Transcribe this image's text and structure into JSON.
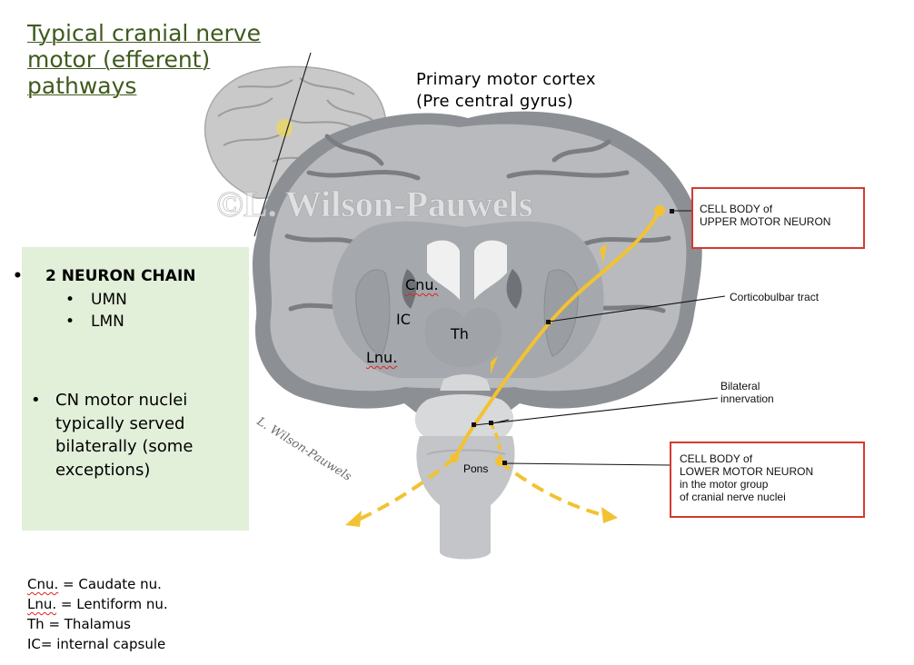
{
  "title": {
    "line1": "Typical cranial nerve",
    "line2": "motor (efferent)",
    "line3": "pathways"
  },
  "cortex_label": {
    "line1": "Primary motor cortex",
    "line2": "(Pre central gyrus)"
  },
  "watermark": "©L. Wilson-Pauwels",
  "signature": "L. Wilson-Pauwels",
  "bullets": {
    "main": "2 NEURON CHAIN",
    "sub": [
      "UMN",
      "LMN"
    ],
    "second": "CN motor nuclei typically served bilaterally (some exceptions)"
  },
  "structures": {
    "cnu": "Cnu.",
    "ic": "IC",
    "th": "Th",
    "lnu": "Lnu.",
    "pons": "Pons"
  },
  "callouts": {
    "umn_box": {
      "line1": "CELL BODY of",
      "line2": "UPPER MOTOR NEURON"
    },
    "tract": "Corticobulbar tract",
    "bilateral": {
      "line1": "Bilateral",
      "line2": "innervation"
    },
    "lmn_box": {
      "line1": "CELL BODY of",
      "line2": "LOWER MOTOR NEURON",
      "line3": "in the motor group",
      "line4": "of cranial nerve nuclei"
    }
  },
  "legend": {
    "cnu_abbr": "Cnu.",
    "cnu_def": " = Caudate nu.",
    "lnu_abbr": "Lnu.",
    "lnu_def": " = Lentiform nu.",
    "th": "Th = Thalamus",
    "ic": "IC= internal capsule"
  },
  "colors": {
    "title": "#3f5a1e",
    "box_fill": "#e2efd9",
    "callout_border": "#d43a2f",
    "pathway": "#f2c232",
    "brain": "#8f9296"
  }
}
